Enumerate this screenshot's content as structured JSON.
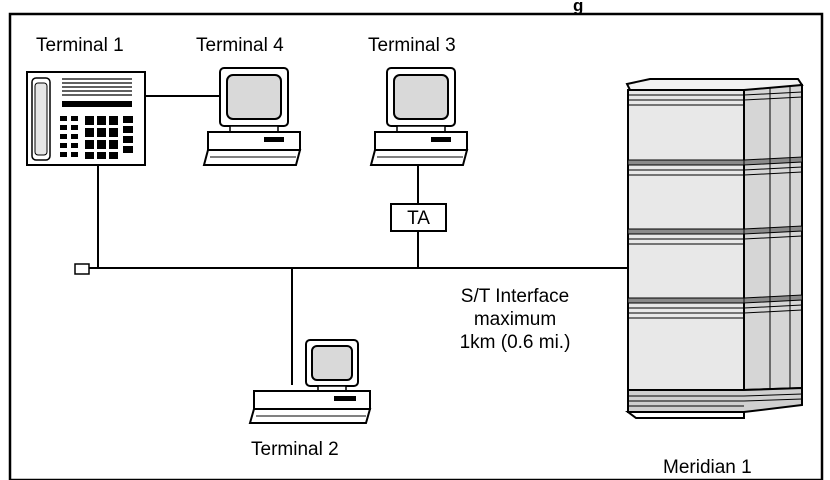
{
  "top_cutoff_text": "g",
  "terminals": {
    "t1": "Terminal 1",
    "t2": "Terminal 2",
    "t3": "Terminal 3",
    "t4": "Terminal 4"
  },
  "adapter": "TA",
  "interface": {
    "line1": "S/T Interface",
    "line2": "maximum",
    "line3": "1km (0.6 mi.)"
  },
  "system_label": "Meridian 1"
}
